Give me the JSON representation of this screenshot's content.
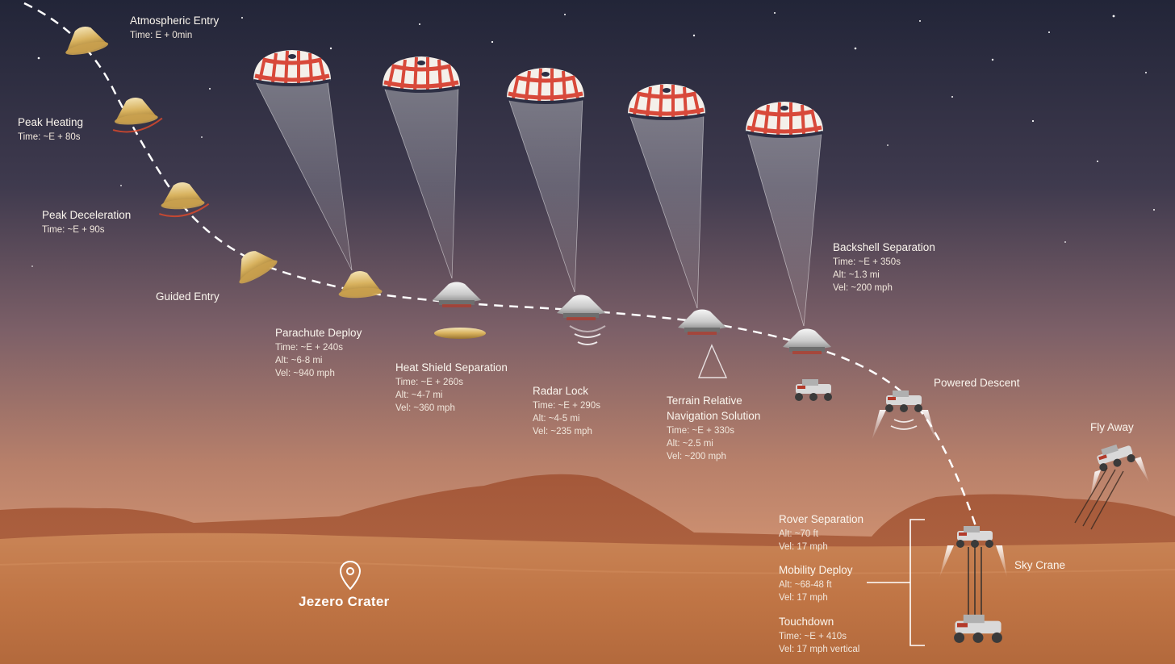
{
  "stages": {
    "atmospheric_entry": {
      "title": "Atmospheric Entry",
      "lines": [
        "Time: E + 0min"
      ]
    },
    "peak_heating": {
      "title": "Peak Heating",
      "lines": [
        "Time: ~E + 80s"
      ]
    },
    "peak_deceleration": {
      "title": "Peak Deceleration",
      "lines": [
        "Time: ~E + 90s"
      ]
    },
    "guided_entry": {
      "title": "Guided Entry",
      "lines": []
    },
    "parachute_deploy": {
      "title": "Parachute Deploy",
      "lines": [
        "Time: ~E + 240s",
        "Alt: ~6-8 mi",
        "Vel: ~940 mph"
      ]
    },
    "heat_shield_separation": {
      "title": "Heat Shield Separation",
      "lines": [
        "Time: ~E + 260s",
        "Alt: ~4-7 mi",
        "Vel: ~360 mph"
      ]
    },
    "radar_lock": {
      "title": "Radar Lock",
      "lines": [
        "Time: ~E + 290s",
        "Alt: ~4-5 mi",
        "Vel: ~235 mph"
      ]
    },
    "terrain_relative_navigation": {
      "title_line1": "Terrain Relative",
      "title_line2": "Navigation Solution",
      "lines": [
        "Time: ~E + 330s",
        "Alt: ~2.5 mi",
        "Vel: ~200 mph"
      ]
    },
    "backshell_separation": {
      "title": "Backshell Separation",
      "lines": [
        "Time: ~E + 350s",
        "Alt: ~1.3 mi",
        "Vel: ~200 mph"
      ]
    },
    "powered_descent": {
      "title": "Powered Descent",
      "lines": []
    },
    "fly_away": {
      "title": "Fly Away",
      "lines": []
    },
    "sky_crane": {
      "title": "Sky Crane",
      "lines": []
    },
    "rover_separation": {
      "title": "Rover Separation",
      "lines": [
        "Alt: ~70 ft",
        "Vel: 17 mph"
      ]
    },
    "mobility_deploy": {
      "title": "Mobility Deploy",
      "lines": [
        "Alt: ~68-48 ft",
        "Vel: 17 mph"
      ]
    },
    "touchdown": {
      "title": "Touchdown",
      "lines": [
        "Time: ~E + 410s",
        "Vel: 17 mph vertical"
      ]
    }
  },
  "location": {
    "name": "Jezero Crater",
    "icon": "location-pin-icon"
  },
  "colors": {
    "sky_top": "#24273a",
    "sky_mid": "#6b5866",
    "sky_low": "#c68a6a",
    "ground": "#c27a4c",
    "parachute_red": "#d8493a",
    "capsule_gold": "#d8b25e",
    "trajectory": "#ffffff"
  }
}
